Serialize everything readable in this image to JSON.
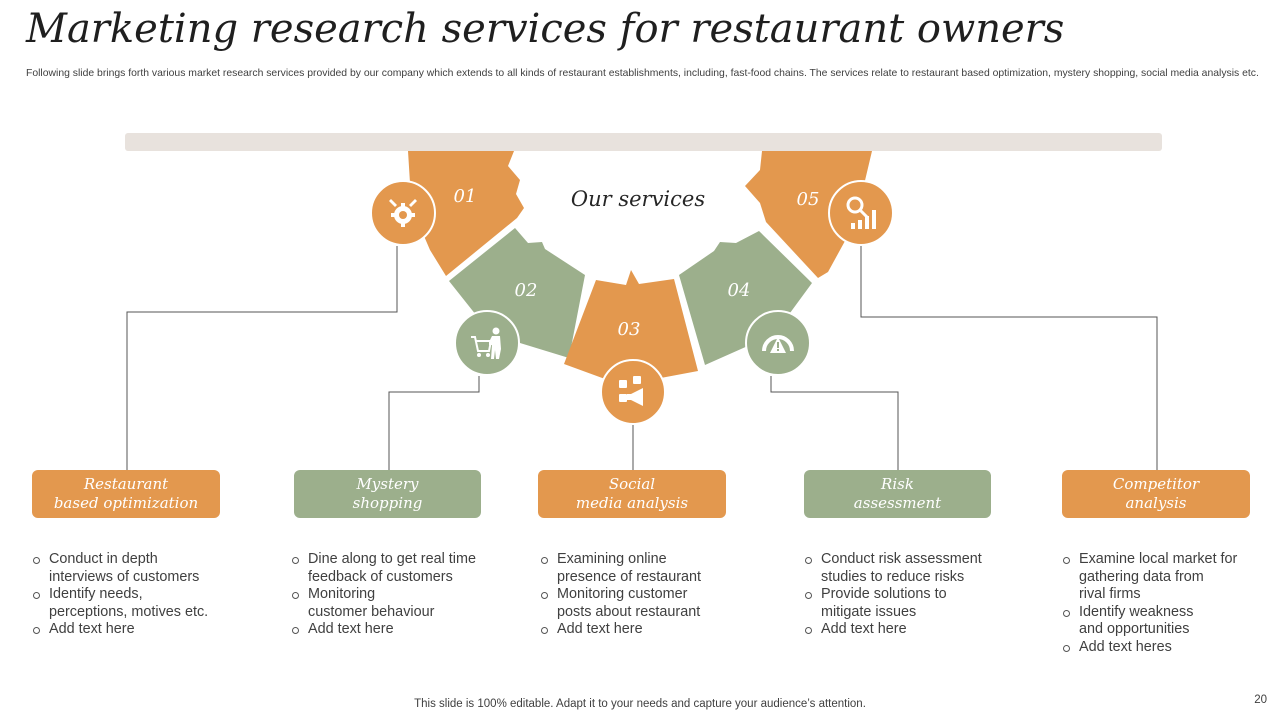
{
  "slide": {
    "title": "Marketing research services for restaurant owners",
    "subtitle": "Following slide brings forth various market research services provided by our company which extends to all kinds of restaurant establishments, including, fast-food chains. The services relate to restaurant based optimization, mystery shopping, social media analysis etc.",
    "center_label": "Our services",
    "footer": "This slide is 100% editable. Adapt it to your needs and capture your audience’s attention.",
    "page_number": "20"
  },
  "colors": {
    "orange": "#e3984e",
    "green": "#9caf8c",
    "bar": "#e8e2dd"
  },
  "services": [
    {
      "number": "01",
      "icon": "wrench-gear-icon",
      "color": "orange",
      "title_line1": "Restaurant",
      "title_line2": "based optimization",
      "bullets": [
        "Conduct in depth",
        "interviews of customers",
        "Identify needs,",
        "perceptions, motives etc.",
        "Add text here"
      ]
    },
    {
      "number": "02",
      "icon": "shopping-cart-person-icon",
      "color": "green",
      "title_line1": "Mystery",
      "title_line2": "shopping",
      "bullets": [
        "Dine along to get real time",
        "feedback of customers",
        "Monitoring",
        "customer behaviour",
        "Add text here"
      ]
    },
    {
      "number": "03",
      "icon": "social-media-megaphone-icon",
      "color": "orange",
      "title_line1": "Social",
      "title_line2": "media analysis",
      "bullets": [
        "Examining online",
        "presence of restaurant",
        "Monitoring customer",
        "posts about restaurant",
        "Add text here"
      ]
    },
    {
      "number": "04",
      "icon": "risk-gauge-icon",
      "color": "green",
      "title_line1": "Risk",
      "title_line2": "assessment",
      "bullets": [
        "Conduct risk assessment",
        "studies to reduce risks",
        "Provide solutions to",
        "mitigate issues",
        "Add text here"
      ]
    },
    {
      "number": "05",
      "icon": "analysis-chart-icon",
      "color": "orange",
      "title_line1": "Competitor",
      "title_line2": "analysis",
      "bullets": [
        "Examine local market for",
        "gathering data from",
        "rival firms",
        "Identify weakness",
        "and opportunities",
        "Add text heres"
      ]
    }
  ]
}
